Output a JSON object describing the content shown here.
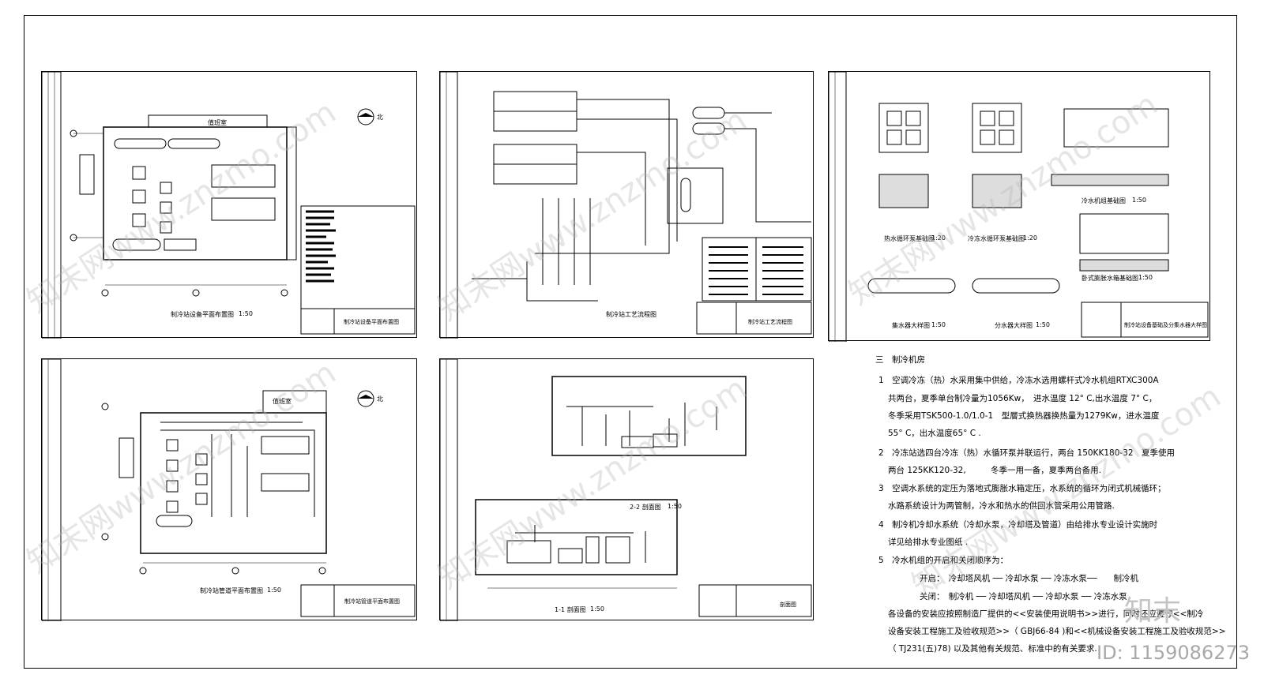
{
  "sheets": [
    {
      "id": "s1",
      "title": "制冷站设备平面布置图",
      "scale": "1:50",
      "titleblock": "制冷站设备平面布置图",
      "room_label": "值班室",
      "north": "北"
    },
    {
      "id": "s2",
      "title": "制冷站工艺流程图",
      "scale": "",
      "titleblock": "制冷站工艺流程图"
    },
    {
      "id": "s3",
      "details": [
        {
          "label": "热水循环泵基础图",
          "scale": "1:20"
        },
        {
          "label": "冷冻水循环泵基础图",
          "scale": "1:20"
        },
        {
          "label": "冷水机组基础图",
          "scale": "1:50"
        },
        {
          "label": "卧式膨胀水箱基础图",
          "scale": "1:50"
        },
        {
          "label": "集水器大样图",
          "scale": "1:50"
        },
        {
          "label": "分水器大样图",
          "scale": "1:50"
        }
      ],
      "titleblock": "制冷站设备基础及分集水器大样图"
    },
    {
      "id": "s4",
      "title": "制冷站管道平面布置图",
      "scale": "1:50",
      "titleblock": "制冷站管道平面布置图",
      "room_label": "值班室",
      "north": "北"
    },
    {
      "id": "s5",
      "sections": [
        {
          "label": "2-2 剖面图",
          "scale": "1:50"
        },
        {
          "label": "1-1 剖面图",
          "scale": "1:50"
        }
      ],
      "titleblock": "剖面图"
    }
  ],
  "notes": {
    "heading": "三　制冷机房",
    "lines": [
      "1　空调冷冻（热）水采用集中供给，冷冻水选用螺杆式冷水机组RTXC300A",
      "共两台，夏季单台制冷量为1056Kw，　进水温度 12° C,出水温度 7° C，",
      "冬季采用TSK500-1.0/1.0-1　型層式换热器换热量为1279Kw，进水温度",
      "55° C，出水温度65° C .",
      "2　冷冻站选四台冷冻（热）水循环泵并联运行，两台 150KK180-32　夏季使用",
      "两台 125KK120-32,　　　冬季一用一备，夏季两台备用.",
      "3　空调水系统的定压为落地式膨胀水箱定压，水系统的循环为闭式机械循环；",
      "水路系统设计为两管制，冷水和热水的供回水管采用公用管路.",
      "4　制冷机冷却水系统（冷却水泵，冷却塔及管道）由给排水专业设计实施时",
      "详见给排水专业图纸 .",
      "5　冷水机组的开启和关闭顺序为：",
      "开启：　冷却塔风机 ──  冷却水泵 ──  冷冻水泵──　　制冷机",
      "关闭：　制冷机 ──  冷却塔风机 ──  冷却水泵 ──  冷冻水泵",
      "各设备的安装应按照制造厂提供的<<安装使用说明书>>进行，同时还应遵守<<制冷",
      "设备安装工程施工及验收规范>>（ GBJ66-84 )和<<机械设备安装工程施工及验收规范>>",
      "（ TJ231(五)78) 以及其他有关规范、标准中的有关要求."
    ]
  },
  "watermark": {
    "text": "知末网www.znzmo.com",
    "logo": "知末",
    "id": "ID: 1159086273"
  }
}
